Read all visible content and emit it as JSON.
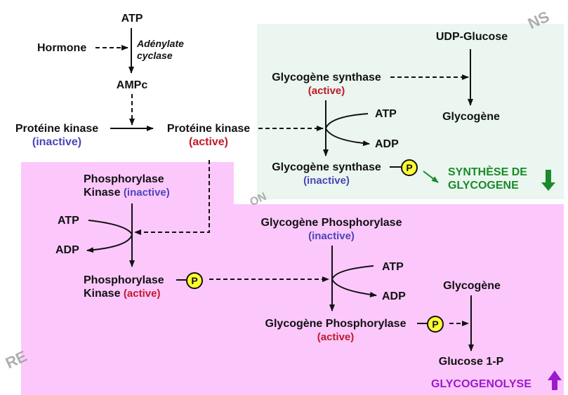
{
  "colors": {
    "synthesis_zone": "#eaf6ef",
    "glycogenolysis_zone": "#fcc8fc",
    "inactive": "#4a45b8",
    "active": "#c01a2a",
    "synthesis_label": "#1a8a2a",
    "glycogenolysis_label": "#9b1ad0",
    "phosphate_badge": "#ffff33"
  },
  "cascade": {
    "atp": "ATP",
    "hormone": "Hormone",
    "enzyme": "Adénylate cyclase",
    "enzyme_line1": "Adénylate",
    "enzyme_line2": "cyclase",
    "ampc": "AMPc",
    "pk_inactive": {
      "name": "Protéine kinase",
      "state": "(inactive)"
    },
    "pk_active": {
      "name": "Protéine kinase",
      "state": "(active)"
    }
  },
  "synthesis": {
    "udp_glucose": "UDP-Glucose",
    "glycogen": "Glycogène",
    "gs_active": {
      "name": "Glycogène synthase",
      "state": "(active)"
    },
    "atp": "ATP",
    "adp": "ADP",
    "gs_inactive": {
      "name": "Glycogène synthase",
      "state": "(inactive)"
    },
    "phosphate": "P",
    "result_line1": "SYNTHÈSE DE",
    "result_line2": "GLYCOGENE",
    "result_trend": "down"
  },
  "glycogenolysis": {
    "phk_inactive": {
      "line1": "Phosphorylase",
      "line2": "Kinase",
      "state": "(inactive)"
    },
    "atp": "ATP",
    "adp": "ADP",
    "phk_active": {
      "line1": "Phosphorylase",
      "line2": "Kinase",
      "state": "(active)"
    },
    "phosphate": "P",
    "gp_inactive": {
      "name": "Glycogène Phosphorylase",
      "state": "(inactive)"
    },
    "atp2": "ATP",
    "adp2": "ADP",
    "gp_active": {
      "name": "Glycogène Phosphorylase",
      "state": "(active)"
    },
    "phosphate2": "P",
    "glycogen": "Glycogène",
    "glucose1p": "Glucose 1-P",
    "result": "GLYCOGENOLYSE",
    "result_trend": "up"
  },
  "watermarks": [
    "NS",
    "RE",
    "ON"
  ]
}
